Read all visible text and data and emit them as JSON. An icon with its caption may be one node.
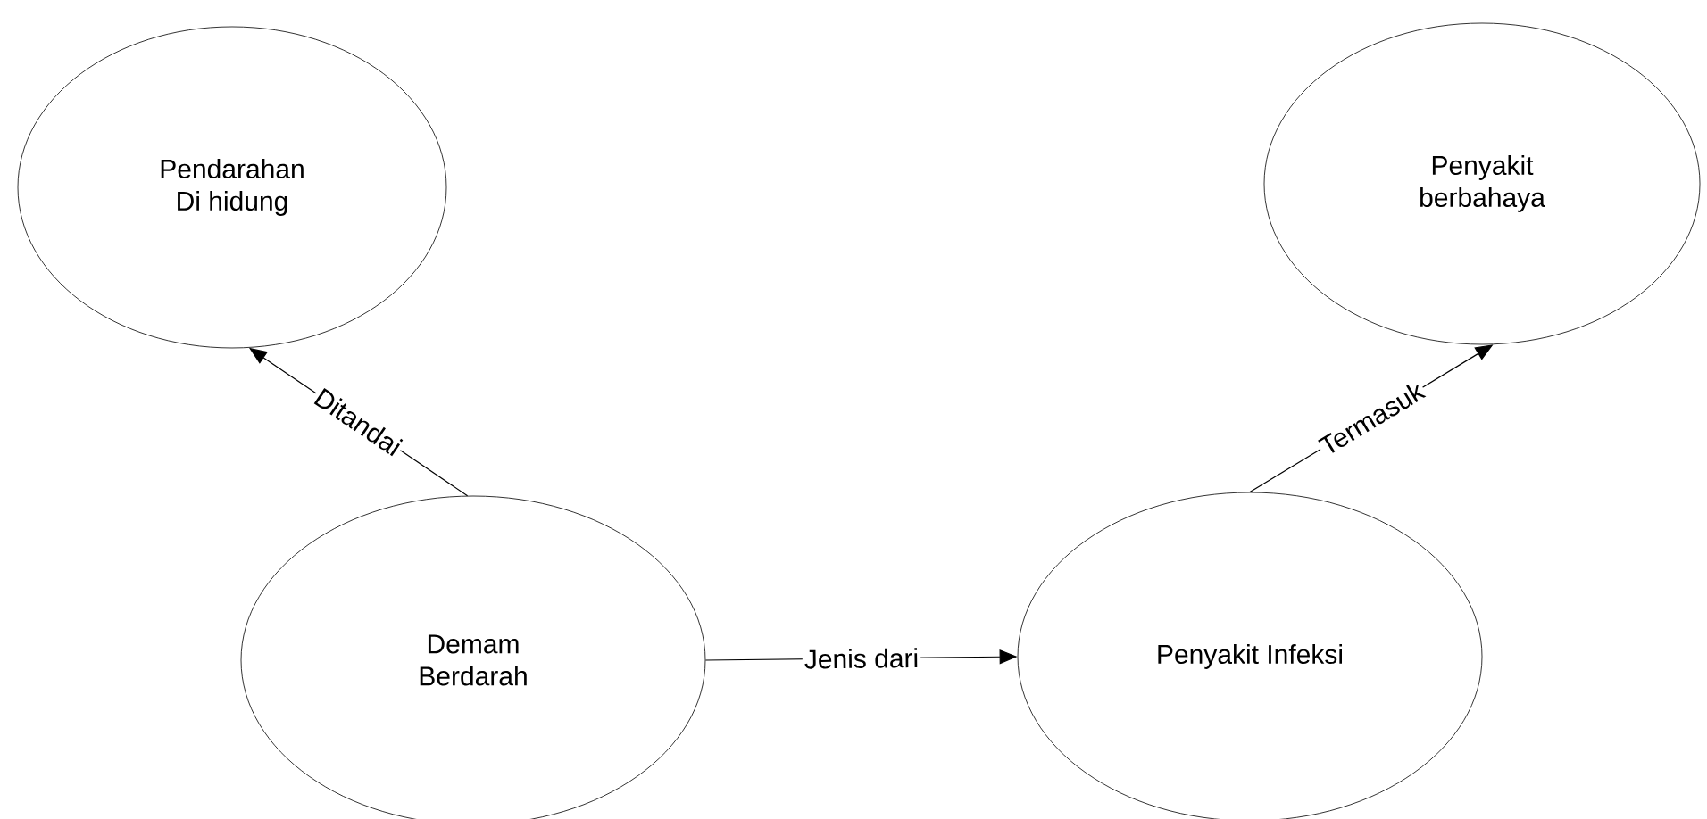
{
  "diagram": {
    "nodes": [
      {
        "text": [
          "Pendarahan Di hidung"
        ]
      },
      {
        "text": [
          "Penyakit berbahaya"
        ]
      },
      {
        "text": [
          "Demam Berdarah"
        ]
      },
      {
        "text": [
          "Penyakit Infeksi"
        ]
      }
    ],
    "edges": [
      {
        "from": 2,
        "to": 0,
        "arrow": "to",
        "label": "Ditandai"
      },
      {
        "from": 2,
        "to": 3,
        "arrow": "to",
        "label": "Jenis dari"
      },
      {
        "from": 3,
        "to": 1,
        "arrow": "to",
        "label": "Termasuk"
      }
    ]
  }
}
